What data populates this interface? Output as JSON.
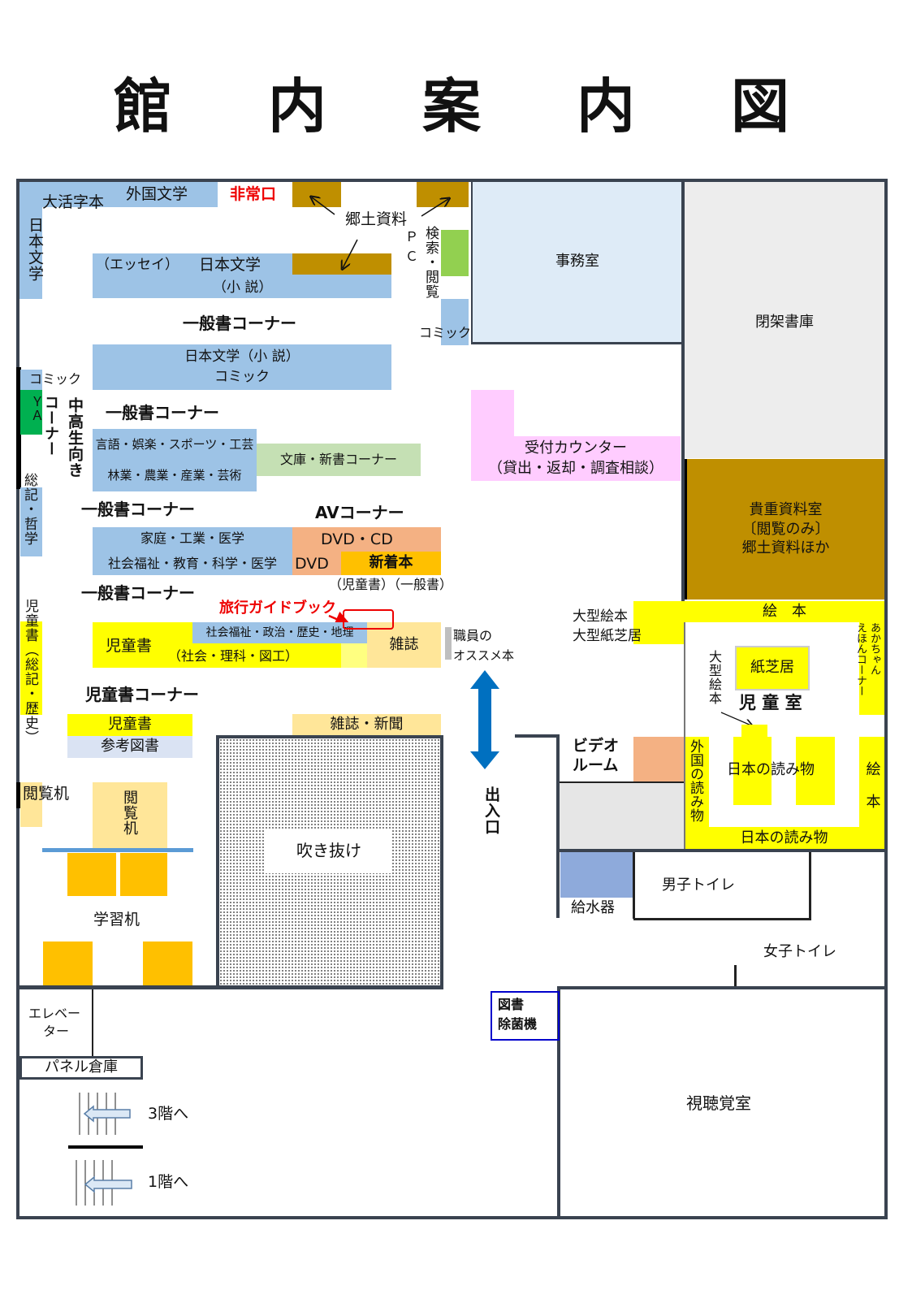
{
  "title_chars": [
    "館",
    "内",
    "案",
    "内",
    "図"
  ],
  "top": {
    "large_print": "大活字本",
    "foreign_lit": "外国文学",
    "emergency_exit": "非常口",
    "local_materials": "郷土資料",
    "jp_lit_vertical": "日本文学",
    "essay": "（エッセイ）",
    "jp_lit": "日本文学",
    "novel": "（小 説）",
    "pc": "ＰＣ",
    "search_view": "検索・閲覧",
    "comic": "コミック"
  },
  "general": {
    "corner": "一般書コーナー",
    "jp_lit_novel": "日本文学（小 説）",
    "comic": "コミック",
    "language": "言語・娯楽・スポーツ・工芸",
    "forestry": "林業・農業・産業・芸術",
    "bunko": "文庫・新書コーナー",
    "home": "家庭・工業・医学",
    "welfare": "社会福祉・教育・科学・医学",
    "social": "社会福祉・政治・歴史・地理"
  },
  "ya": {
    "comic": "コミック",
    "ya": "ＹＡ",
    "corner": "コーナー",
    "teen": "中高生向き"
  },
  "left": {
    "general_phil": "総記・哲学",
    "children_hist": "児童書（総記・歴史）",
    "reading_desk": "閲覧机",
    "study_desk": "学習机",
    "elevator_1": "エレベー",
    "elevator_2": "ター",
    "panel_storage": "パネル倉庫",
    "to_3f": "3階へ",
    "to_1f": "1階へ"
  },
  "av": {
    "corner": "AVコーナー",
    "dvd_cd": "DVD・CD",
    "dvd": "DVD",
    "new_books": "新着本",
    "note": "（児童書）（一般書）"
  },
  "middle": {
    "travel_guide": "旅行ガイドブック",
    "children_books": "児童書",
    "children_sub": "（社会・理科・図工）",
    "magazine": "雑誌",
    "staff_1": "職員の",
    "staff_2": "オススメ本",
    "children_corner": "児童書コーナー",
    "children_books2": "児童書",
    "reference": "参考図書",
    "mag_news": "雑誌・新聞",
    "atrium": "吹き抜け",
    "reading_desk_v": "閲覧机",
    "entrance": "出入口"
  },
  "right": {
    "office": "事務室",
    "closed_stacks": "閉架書庫",
    "counter": "受付カウンター",
    "counter_sub": "（貸出・返却・調査相談）",
    "rare_1": "貴重資料室",
    "rare_2": "〔閲覧のみ〕",
    "rare_3": "郷土資料ほか",
    "picture_books_band": "絵　本",
    "big_picture": "大型絵本",
    "big_kami": "大型紙芝居",
    "baby_1": "あかちゃん",
    "baby_2": "えほんコーナー",
    "kamishibai": "紙芝居",
    "big_picture_v": "大型絵本",
    "children_room": "児 童 室",
    "japanese_reading": "日本の読み物",
    "foreign_reading": "外国の読み物",
    "picture_books_v": "絵本",
    "japanese_reading2": "日本の読み物",
    "video_1": "ビデオ",
    "video_2": "ルーム",
    "water": "給水器",
    "men_toilet": "男子トイレ",
    "women_toilet": "女子トイレ",
    "sanitizer_1": "図書",
    "sanitizer_2": "除菌機",
    "av_room": "視聴覚室"
  }
}
